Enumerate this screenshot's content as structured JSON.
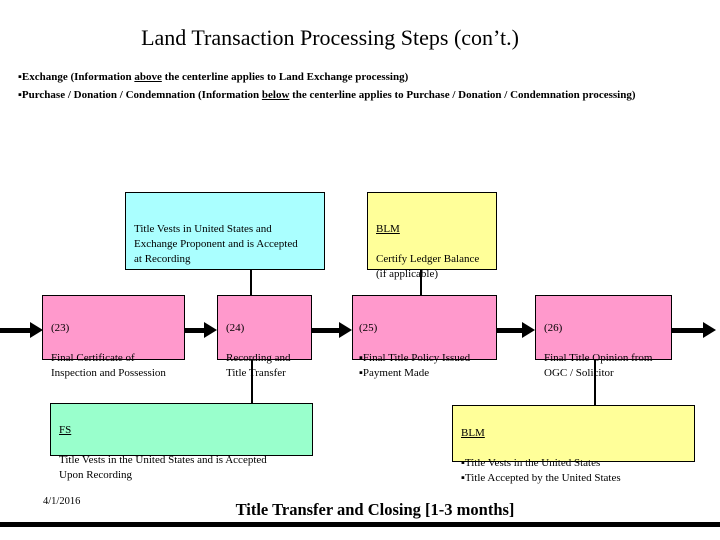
{
  "slide": {
    "title": "Land Transaction Processing Steps (con’t.)",
    "bullets": [
      {
        "prefix": "▪Exchange (Information ",
        "underlined": "above",
        "suffix": " the centerline applies to Land Exchange processing)"
      },
      {
        "prefix": "▪Purchase / Donation /  Condemnation (Information ",
        "underlined": "below",
        "suffix": " the centerline applies to Purchase / Donation /  Condemnation processing)"
      }
    ],
    "footer": {
      "date": "4/1/2016",
      "phase_label": "Title Transfer and Closing [1-3 months]"
    }
  },
  "diagram": {
    "top_boxes": {
      "exchange_recording": {
        "text": "Title Vests in United States and\nExchange Proponent and is Accepted\nat Recording"
      },
      "blm_ledger": {
        "header": "BLM",
        "text": "Certify Ledger Balance\n(if applicable)"
      }
    },
    "steps": [
      {
        "number": "(23)",
        "text": "Final Certificate of\nInspection and Possession"
      },
      {
        "number": "(24)",
        "text": "Recording and\nTitle Transfer"
      },
      {
        "number": "(25)",
        "text": "▪Final Title Policy Issued\n▪Payment Made"
      },
      {
        "number": "(26)",
        "text": "Final Title Opinion from\nOGC / Solicitor"
      }
    ],
    "bottom_boxes": {
      "fs_recording": {
        "header": "FS",
        "text": "Title Vests in the United States and is Accepted\nUpon Recording"
      },
      "blm_title": {
        "header": "BLM",
        "text": "▪Title Vests in the United States\n▪Title Accepted by the United States"
      }
    },
    "colors": {
      "step_box": "#ff99cc",
      "exchange_box": "#aaffff",
      "blm_box": "#ffff99",
      "fs_box": "#99ffcc",
      "line": "#000000"
    }
  }
}
